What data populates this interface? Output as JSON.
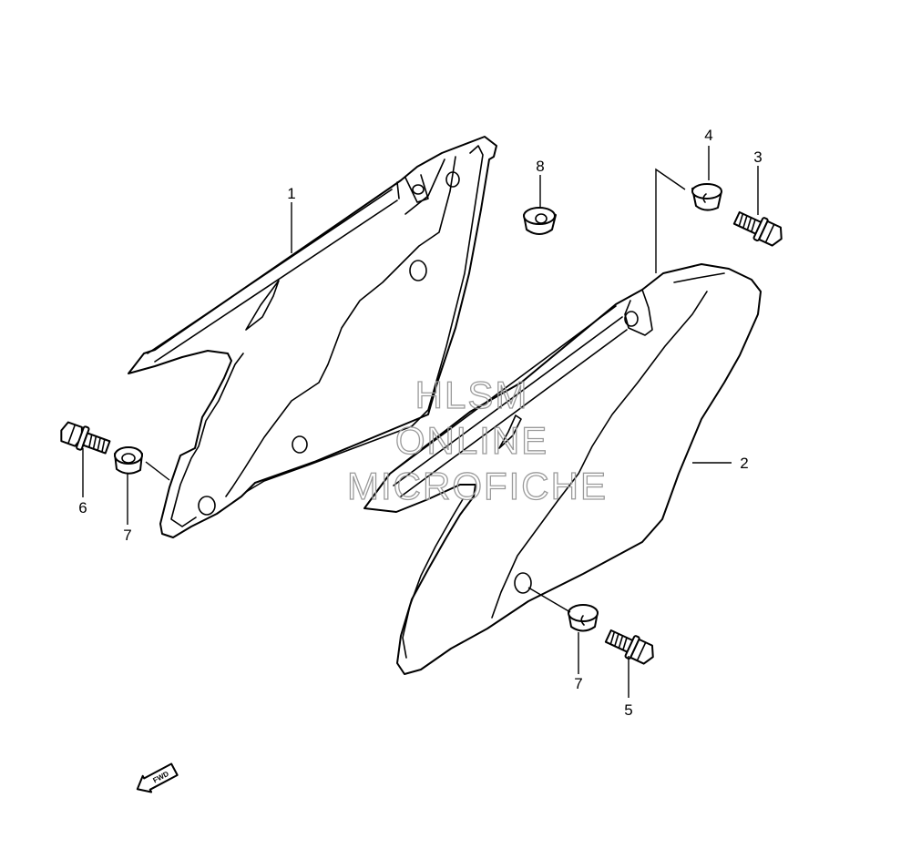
{
  "diagram": {
    "callouts": [
      "1",
      "2",
      "3",
      "4",
      "5",
      "6",
      "7",
      "7",
      "8"
    ]
  },
  "watermark": {
    "line1": "HLSM",
    "line2": "ONLINE",
    "line3": "MICROFICHE"
  },
  "fwd_label": "FWD"
}
